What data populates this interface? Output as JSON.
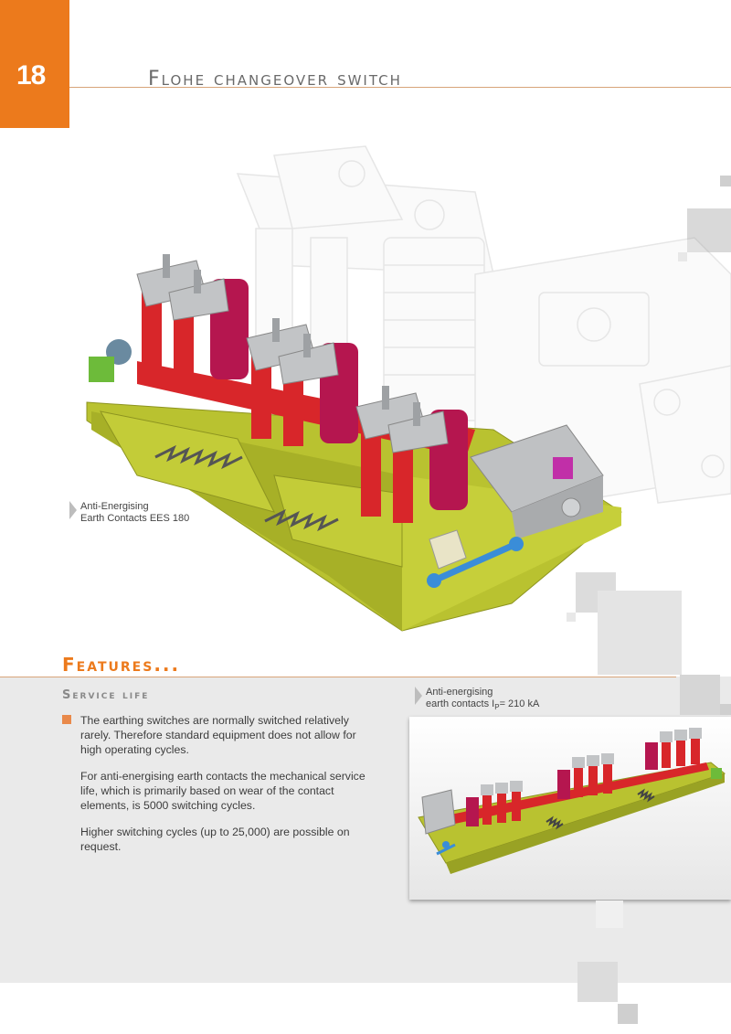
{
  "header": {
    "page_number": "18",
    "title": "Flohe changeover switch"
  },
  "hero": {
    "caption_line1": "Anti-Energising",
    "caption_line2": "Earth Contacts EES 180"
  },
  "features": {
    "heading": "Features...",
    "section_title": "Service life",
    "paragraphs": [
      "The earthing switches are normally switched relatively rarely. Therefore standard equipment does not allow for high operating cycles.",
      "For anti-energising earth contacts the mechanical service life, which is primarily based on wear of the contact elements, is 5000 switching cycles.",
      "Higher switching cycles (up to 25,000) are possible on request."
    ]
  },
  "photo": {
    "caption_line1": "Anti-energising",
    "caption_line2_prefix": "earth contacts I",
    "caption_subscript": "P",
    "caption_line2_suffix": "= 210 kA"
  },
  "colors": {
    "accent": "#ec7a1c",
    "panel": "#eaeaea",
    "frame_green": "#b9c230",
    "contact_red": "#d8262a",
    "coil_magenta": "#b5164f",
    "contact_grey": "#c2c4c6"
  }
}
